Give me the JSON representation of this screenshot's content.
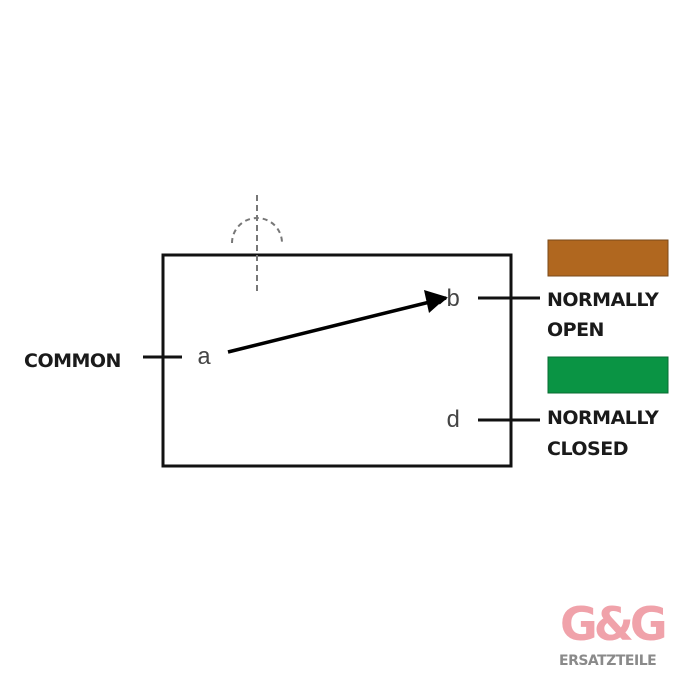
{
  "diagram": {
    "terminals": {
      "common": "a",
      "normally_open": "b",
      "normally_closed": "d"
    },
    "labels": {
      "common": "COMMON",
      "normally_open": [
        "NORMALLY",
        "OPEN"
      ],
      "normally_closed": [
        "NORMALLY",
        "CLOSED"
      ]
    },
    "wire_colors": {
      "normally_open": "#b0671f",
      "normally_closed": "#0a9444"
    }
  },
  "logo": {
    "mark": "G&G",
    "text": "ERSATZTEILE",
    "mark_color": "#f0a2aa",
    "text_color": "#8a8a8a"
  }
}
